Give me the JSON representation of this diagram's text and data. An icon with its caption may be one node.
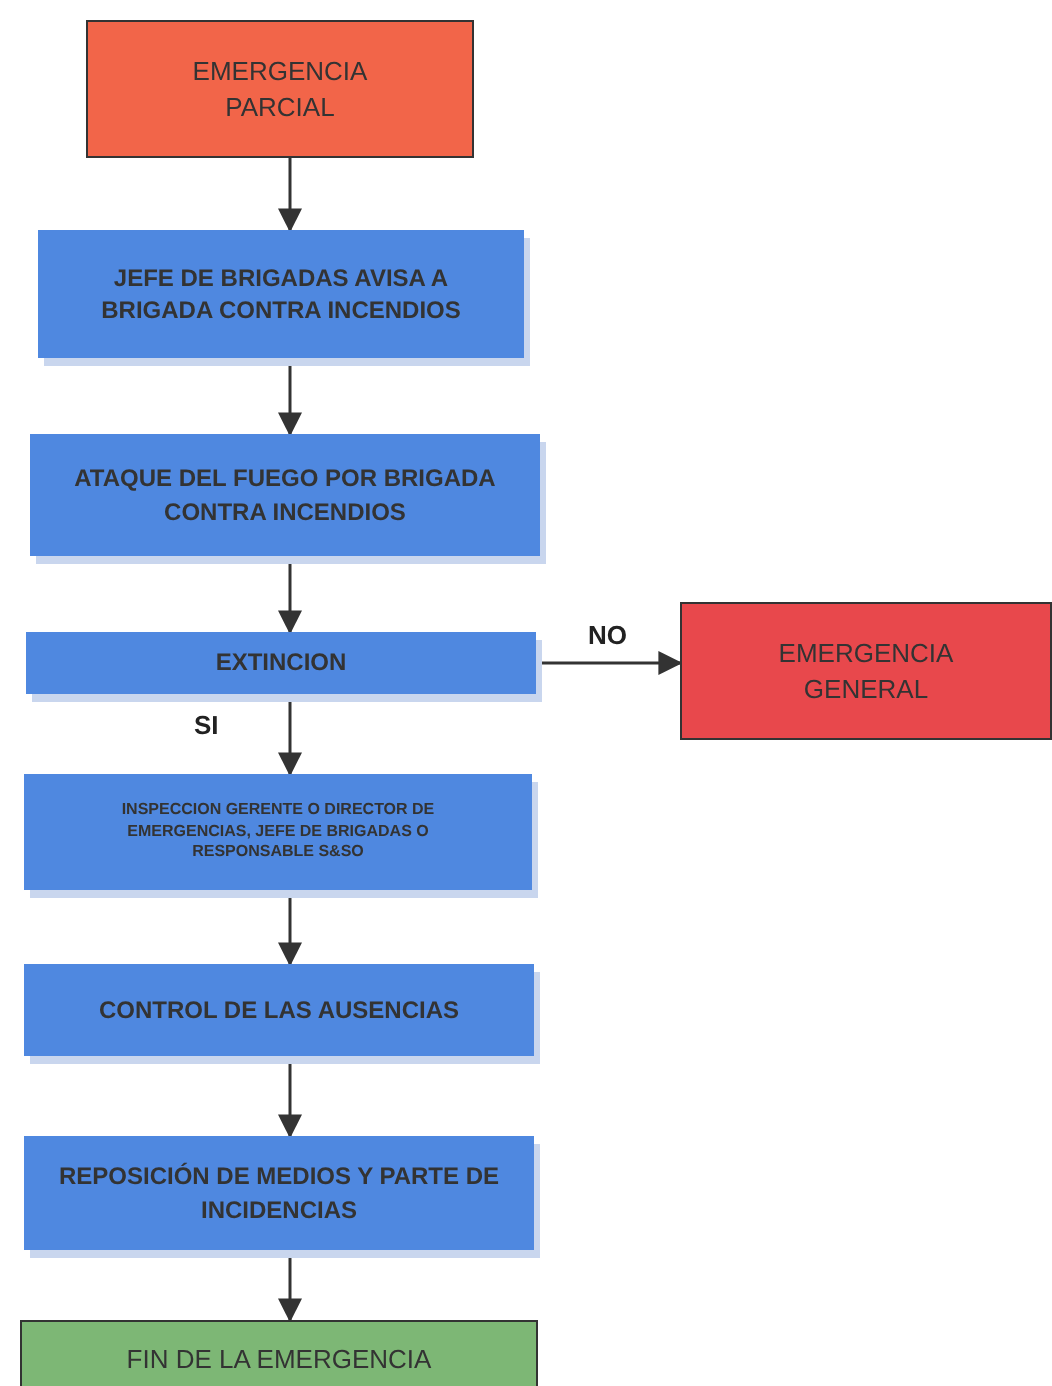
{
  "diagram": {
    "nodes": [
      {
        "text": [
          "EMERGENCIA PARCIAL"
        ]
      },
      {
        "text": [
          "JEFE DE BRIGADAS AVISA A BRIGADA CONTRA INCENDIOS"
        ]
      },
      {
        "text": [
          "ATAQUE DEL FUEGO POR BRIGADA CONTRA INCENDIOS"
        ]
      },
      {
        "text": [
          "EXTINCION"
        ]
      },
      {
        "text": [
          "EMERGENCIA GENERAL"
        ]
      },
      {
        "text": [
          "INSPECCION GERENTE O DIRECTOR DE EMERGENCIAS, JEFE DE BRIGADAS O RESPONSABLE S&SO"
        ]
      },
      {
        "text": [
          "CONTROL DE LAS AUSENCIAS"
        ]
      },
      {
        "text": [
          "REPOSICIÓN DE MEDIOS Y PARTE DE INCIDENCIAS"
        ]
      },
      {
        "text": [
          "FIN DE LA EMERGENCIA"
        ]
      }
    ],
    "edges": [
      {
        "from": 0,
        "to": 1,
        "arrow": "to"
      },
      {
        "from": 1,
        "to": 2,
        "arrow": "to"
      },
      {
        "from": 2,
        "to": 3,
        "arrow": "to"
      },
      {
        "from": 3,
        "to": 4,
        "arrow": "to",
        "label": "NO"
      },
      {
        "from": 3,
        "to": 5,
        "arrow": "to",
        "label": "SI"
      },
      {
        "from": 5,
        "to": 6,
        "arrow": "to"
      },
      {
        "from": 6,
        "to": 7,
        "arrow": "to"
      },
      {
        "from": 7,
        "to": 8,
        "arrow": "to"
      }
    ]
  }
}
